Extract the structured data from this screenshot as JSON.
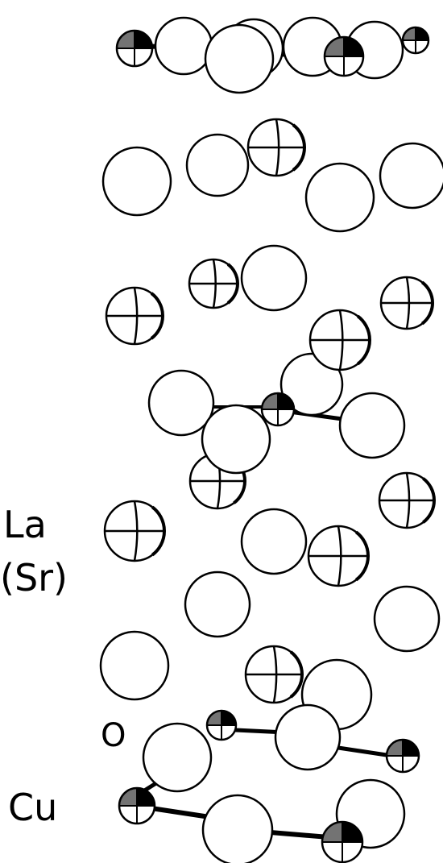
{
  "labels": {
    "la": "La",
    "sr": "(Sr)",
    "o": "O",
    "cu": "Cu"
  },
  "colors": {
    "stroke": "#000000",
    "fill": "#ffffff",
    "hatch": "#000000"
  },
  "atom_types": [
    "O",
    "La(Sr)",
    "Cu"
  ]
}
